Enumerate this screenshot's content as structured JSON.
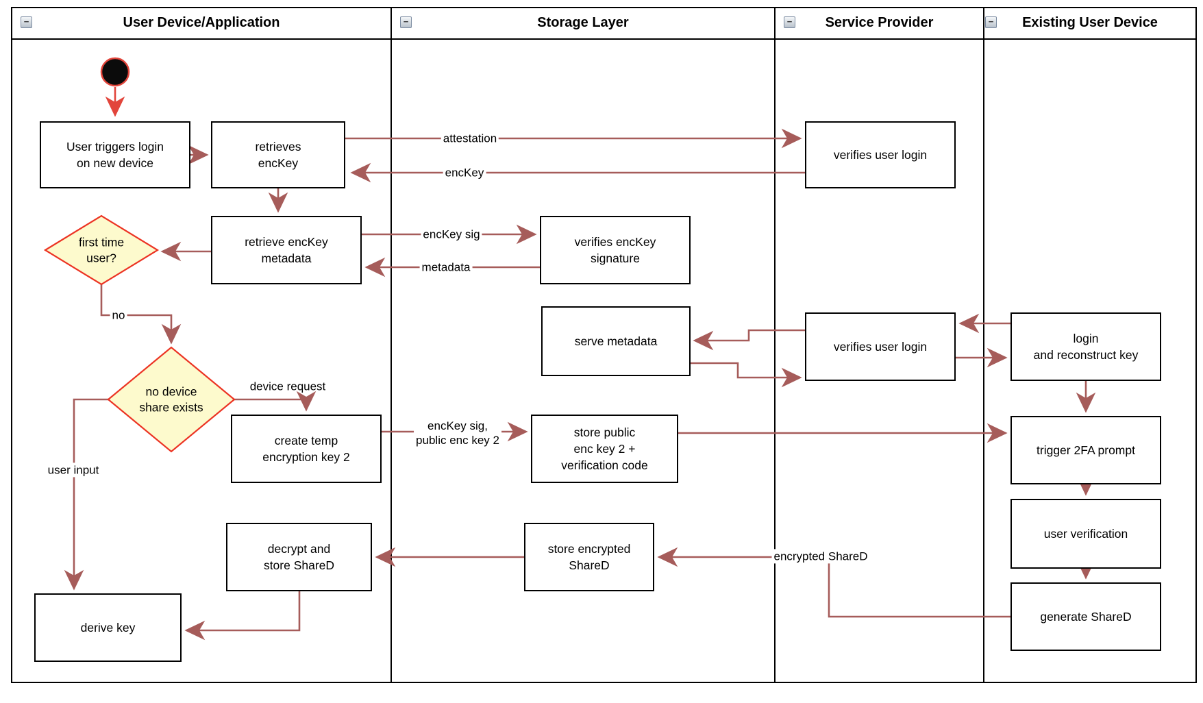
{
  "diagram": {
    "lanes": [
      {
        "title": "User Device/Application",
        "collapse_icon": "−"
      },
      {
        "title": "Storage Layer",
        "collapse_icon": "−"
      },
      {
        "title": "Service Provider",
        "collapse_icon": "−"
      },
      {
        "title": "Existing User Device",
        "collapse_icon": "−"
      }
    ],
    "nodes": {
      "trigger_login": "User triggers login\non new device",
      "retrieves_enckey": "retrieves\nencKey",
      "retrieve_metadata": "retrieve encKey\nmetadata",
      "verify_sig": "verifies encKey\nsignature",
      "verify_login_1": "verifies user login",
      "serve_metadata": "serve metadata",
      "verify_login_2": "verifies user login",
      "login_reconstruct": "login\nand reconstruct key",
      "create_temp_key": "create temp\nencryption key 2",
      "store_public_key": "store public\nenc key 2 +\nverification code",
      "trigger_2fa": "trigger 2FA prompt",
      "user_verification": "user verification",
      "store_encrypted": "store encrypted\nShareD",
      "decrypt_store": "decrypt and\nstore ShareD",
      "generate_shared": "generate ShareD",
      "derive_key": "derive key"
    },
    "decisions": {
      "first_time_user": "first time\nuser?",
      "no_device_share": "no device\nshare exists"
    },
    "edge_labels": {
      "attestation": "attestation",
      "enckey": "encKey",
      "enckey_sig": "encKey sig",
      "metadata": "metadata",
      "no": "no",
      "device_request": "device request",
      "enckey_sig_public": "encKey sig,\npublic enc key 2",
      "user_input": "user input",
      "encrypted_shared": "encrypted ShareD"
    },
    "colors": {
      "edge": "#A65C5A",
      "start_edge": "#E2453B",
      "decision_border": "#EC3323",
      "decision_fill": "#FDFACD",
      "node_border": "#000000",
      "lane_border": "#000000",
      "start_fill": "#0B0B0B"
    }
  }
}
